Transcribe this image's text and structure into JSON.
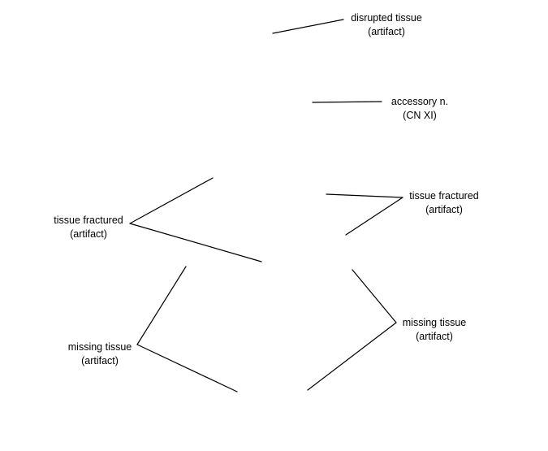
{
  "labels": {
    "disrupted_tissue": {
      "line1": "disrupted tissue",
      "line2": "(artifact)"
    },
    "accessory_nerve": {
      "line1": "accessory n.",
      "line2": "(CN XI)"
    },
    "tissue_fractured_right": {
      "line1": "tissue fractured",
      "line2": "(artifact)"
    },
    "tissue_fractured_left": {
      "line1": "tissue fractured",
      "line2": "(artifact)"
    },
    "missing_tissue_left": {
      "line1": "missing tissue",
      "line2": "(artifact)"
    },
    "missing_tissue_right": {
      "line1": "missing tissue",
      "line2": "(artifact)"
    }
  },
  "colors": {
    "line": "#000000",
    "text": "#000000",
    "background": "#ffffff"
  }
}
